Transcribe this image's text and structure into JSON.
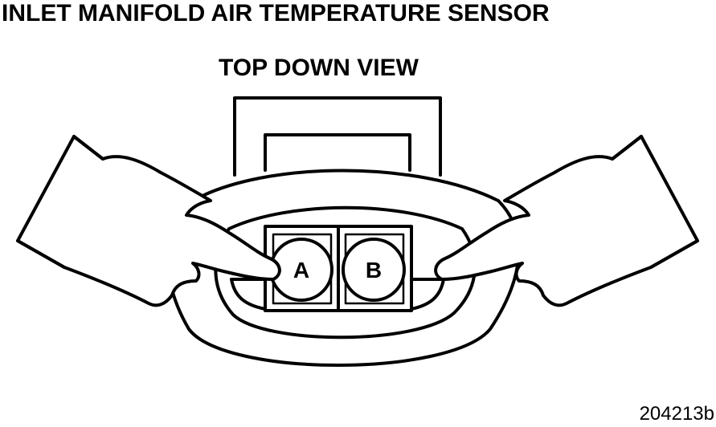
{
  "title": "INLET MANIFOLD AIR TEMPERATURE SENSOR",
  "view_label": "TOP DOWN VIEW",
  "pins": [
    {
      "label": "A"
    },
    {
      "label": "B"
    }
  ],
  "figure_id": "204213b"
}
